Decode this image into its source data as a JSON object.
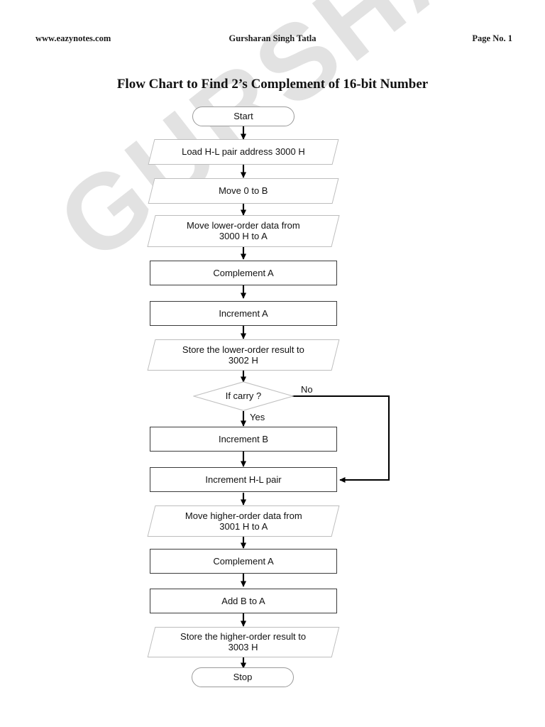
{
  "header": {
    "left": "www.eazynotes.com",
    "center": "Gursharan Singh Tatla",
    "right": "Page No. 1"
  },
  "title": "Flow Chart to Find 2’s Complement of 16-bit Number",
  "watermark": "GURSHARAN",
  "colors": {
    "page_background": "#ffffff",
    "watermark": "#e2e2e2",
    "process_border": "#3b3b3b",
    "io_border": "#bdbdbd",
    "terminator_border": "#9a9a9a",
    "connector": "#000000",
    "text": "#111111"
  },
  "chart_data": {
    "type": "flowchart",
    "title": "Flow Chart to Find 2’s Complement of 16-bit Number",
    "orientation": "top-to-bottom",
    "nodes": [
      {
        "id": "start",
        "shape": "terminator",
        "label": "Start"
      },
      {
        "id": "load",
        "shape": "parallelogram",
        "label": "Load H-L pair address 3000 H"
      },
      {
        "id": "mov0b",
        "shape": "parallelogram",
        "label": "Move 0 to B"
      },
      {
        "id": "movlow",
        "shape": "parallelogram",
        "label": "Move lower-order data from 3000 H to A",
        "line1": "Move lower-order data from",
        "line2": "3000 H to A"
      },
      {
        "id": "cmpa1",
        "shape": "process",
        "label": "Complement A"
      },
      {
        "id": "inca",
        "shape": "process",
        "label": "Increment A"
      },
      {
        "id": "stolow",
        "shape": "parallelogram",
        "label": "Store the lower-order result to 3002 H",
        "line1": "Store the lower-order result to",
        "line2": "3002 H"
      },
      {
        "id": "carry",
        "shape": "decision",
        "label": "If carry ?"
      },
      {
        "id": "incb",
        "shape": "process",
        "label": "Increment B"
      },
      {
        "id": "inchl",
        "shape": "process",
        "label": "Increment H-L pair"
      },
      {
        "id": "movhigh",
        "shape": "parallelogram",
        "label": "Move higher-order data from 3001 H to A",
        "line1": "Move higher-order data from",
        "line2": "3001 H to A"
      },
      {
        "id": "cmpa2",
        "shape": "process",
        "label": "Complement A"
      },
      {
        "id": "addba",
        "shape": "process",
        "label": "Add B to A"
      },
      {
        "id": "stohigh",
        "shape": "parallelogram",
        "label": "Store the higher-order result to 3003 H",
        "line1": "Store the higher-order result to",
        "line2": "3003 H"
      },
      {
        "id": "stop",
        "shape": "terminator",
        "label": "Stop"
      }
    ],
    "edges": [
      {
        "from": "start",
        "to": "load",
        "label": ""
      },
      {
        "from": "load",
        "to": "mov0b",
        "label": ""
      },
      {
        "from": "mov0b",
        "to": "movlow",
        "label": ""
      },
      {
        "from": "movlow",
        "to": "cmpa1",
        "label": ""
      },
      {
        "from": "cmpa1",
        "to": "inca",
        "label": ""
      },
      {
        "from": "inca",
        "to": "stolow",
        "label": ""
      },
      {
        "from": "stolow",
        "to": "carry",
        "label": ""
      },
      {
        "from": "carry",
        "to": "incb",
        "label": "Yes"
      },
      {
        "from": "carry",
        "to": "inchl",
        "label": "No"
      },
      {
        "from": "incb",
        "to": "inchl",
        "label": ""
      },
      {
        "from": "inchl",
        "to": "movhigh",
        "label": ""
      },
      {
        "from": "movhigh",
        "to": "cmpa2",
        "label": ""
      },
      {
        "from": "cmpa2",
        "to": "addba",
        "label": ""
      },
      {
        "from": "addba",
        "to": "stohigh",
        "label": ""
      },
      {
        "from": "stohigh",
        "to": "stop",
        "label": ""
      }
    ],
    "branch_labels": {
      "yes": "Yes",
      "no": "No"
    }
  }
}
